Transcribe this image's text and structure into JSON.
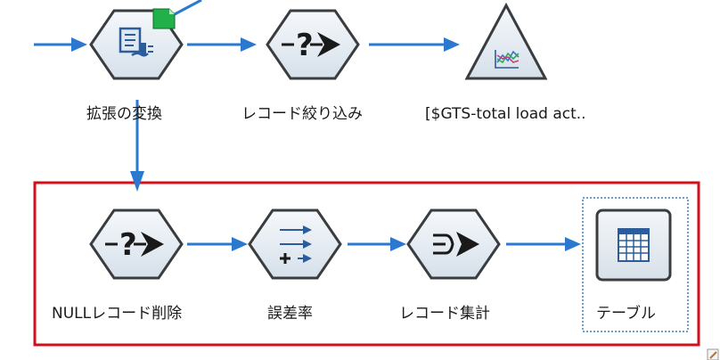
{
  "colors": {
    "connector": "#2b78d0",
    "node_fill": "#e6edf5",
    "node_stroke": "#3a3d40",
    "selection_box": "#d0101a",
    "focus_dashed": "#3a7fc1",
    "file_badge": "#22b04a"
  },
  "nodes": [
    {
      "id": "derive",
      "shape": "hexagon",
      "icon": "derive-document-icon",
      "label": "拡張の変換"
    },
    {
      "id": "select-1",
      "shape": "hexagon",
      "icon": "select-question-arrow-icon",
      "label": "レコード絞り込み"
    },
    {
      "id": "graph",
      "shape": "triangle",
      "icon": "multiplot-graph-icon",
      "label": "[$GTS-total load act.."
    },
    {
      "id": "select-null",
      "shape": "hexagon",
      "icon": "select-question-arrow-icon",
      "label": "NULLレコード削除"
    },
    {
      "id": "derive-error",
      "shape": "hexagon",
      "icon": "derive-arrows-plus-icon",
      "label": "誤差率"
    },
    {
      "id": "aggregate",
      "shape": "hexagon",
      "icon": "aggregate-merge-arrow-icon",
      "label": "レコード集計"
    },
    {
      "id": "table",
      "shape": "square",
      "icon": "table-grid-icon",
      "label": "テーブル"
    }
  ]
}
